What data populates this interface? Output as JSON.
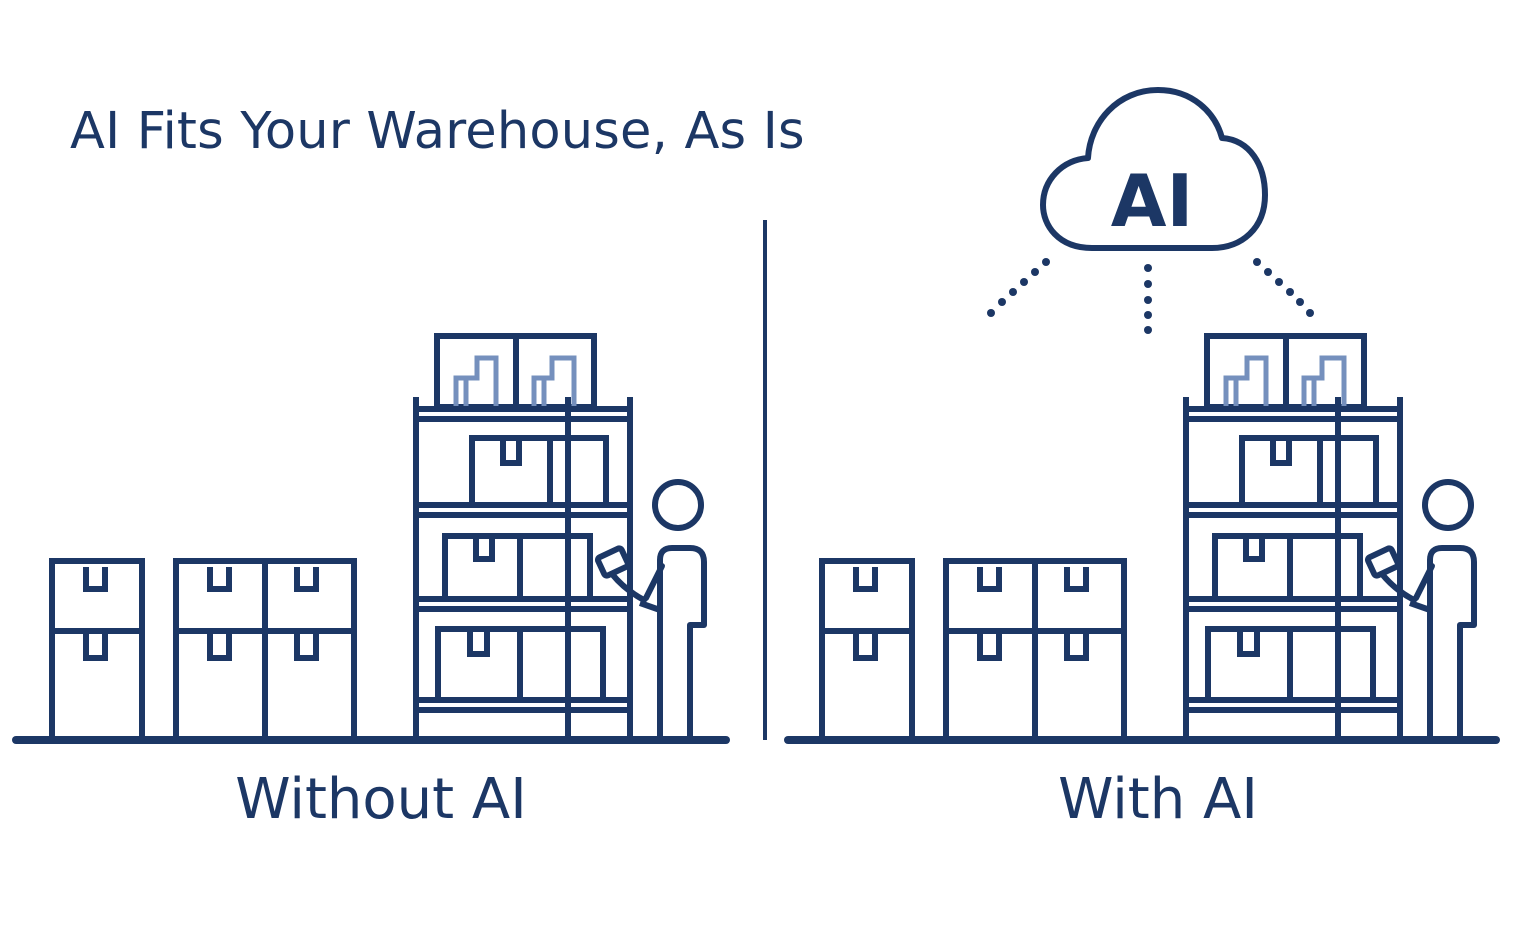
{
  "title": "AI Fits Your Warehouse, As Is",
  "panels": {
    "left": {
      "caption": "Without AI"
    },
    "right": {
      "caption": "With AI"
    }
  },
  "cloud": {
    "label": "AI"
  },
  "colors": {
    "navy": "#1c3765",
    "light_blue": "#7590bd",
    "background": "#ffffff"
  }
}
